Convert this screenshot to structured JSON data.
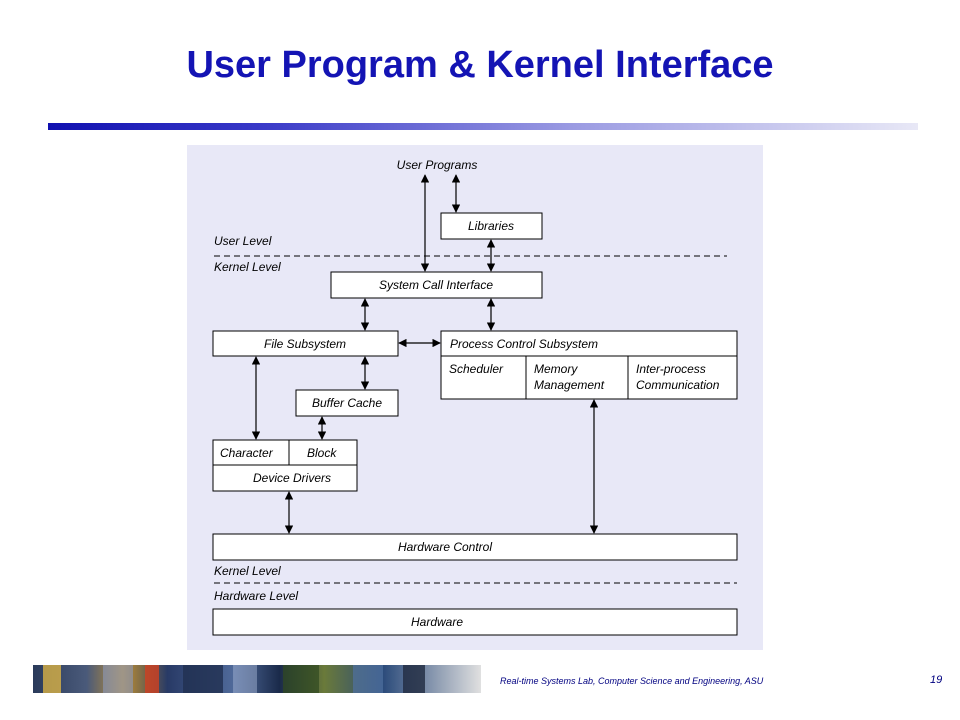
{
  "slide": {
    "title": "User Program & Kernel Interface",
    "footer": "Real-time Systems Lab, Computer Science and Engineering, ASU",
    "page_number": "19"
  },
  "diagram": {
    "user_programs": "User Programs",
    "libraries": "Libraries",
    "user_level": "User Level",
    "kernel_level_top": "Kernel Level",
    "system_call_interface": "System Call Interface",
    "file_subsystem": "File Subsystem",
    "process_control_subsystem": "Process Control Subsystem",
    "scheduler": "Scheduler",
    "memory_management_1": "Memory",
    "memory_management_2": "Management",
    "ipc_1": "Inter-process",
    "ipc_2": "Communication",
    "buffer_cache": "Buffer Cache",
    "character": "Character",
    "block": "Block",
    "device_drivers": "Device Drivers",
    "hardware_control": "Hardware Control",
    "kernel_level_bottom": "Kernel Level",
    "hardware_level": "Hardware Level",
    "hardware": "Hardware"
  }
}
